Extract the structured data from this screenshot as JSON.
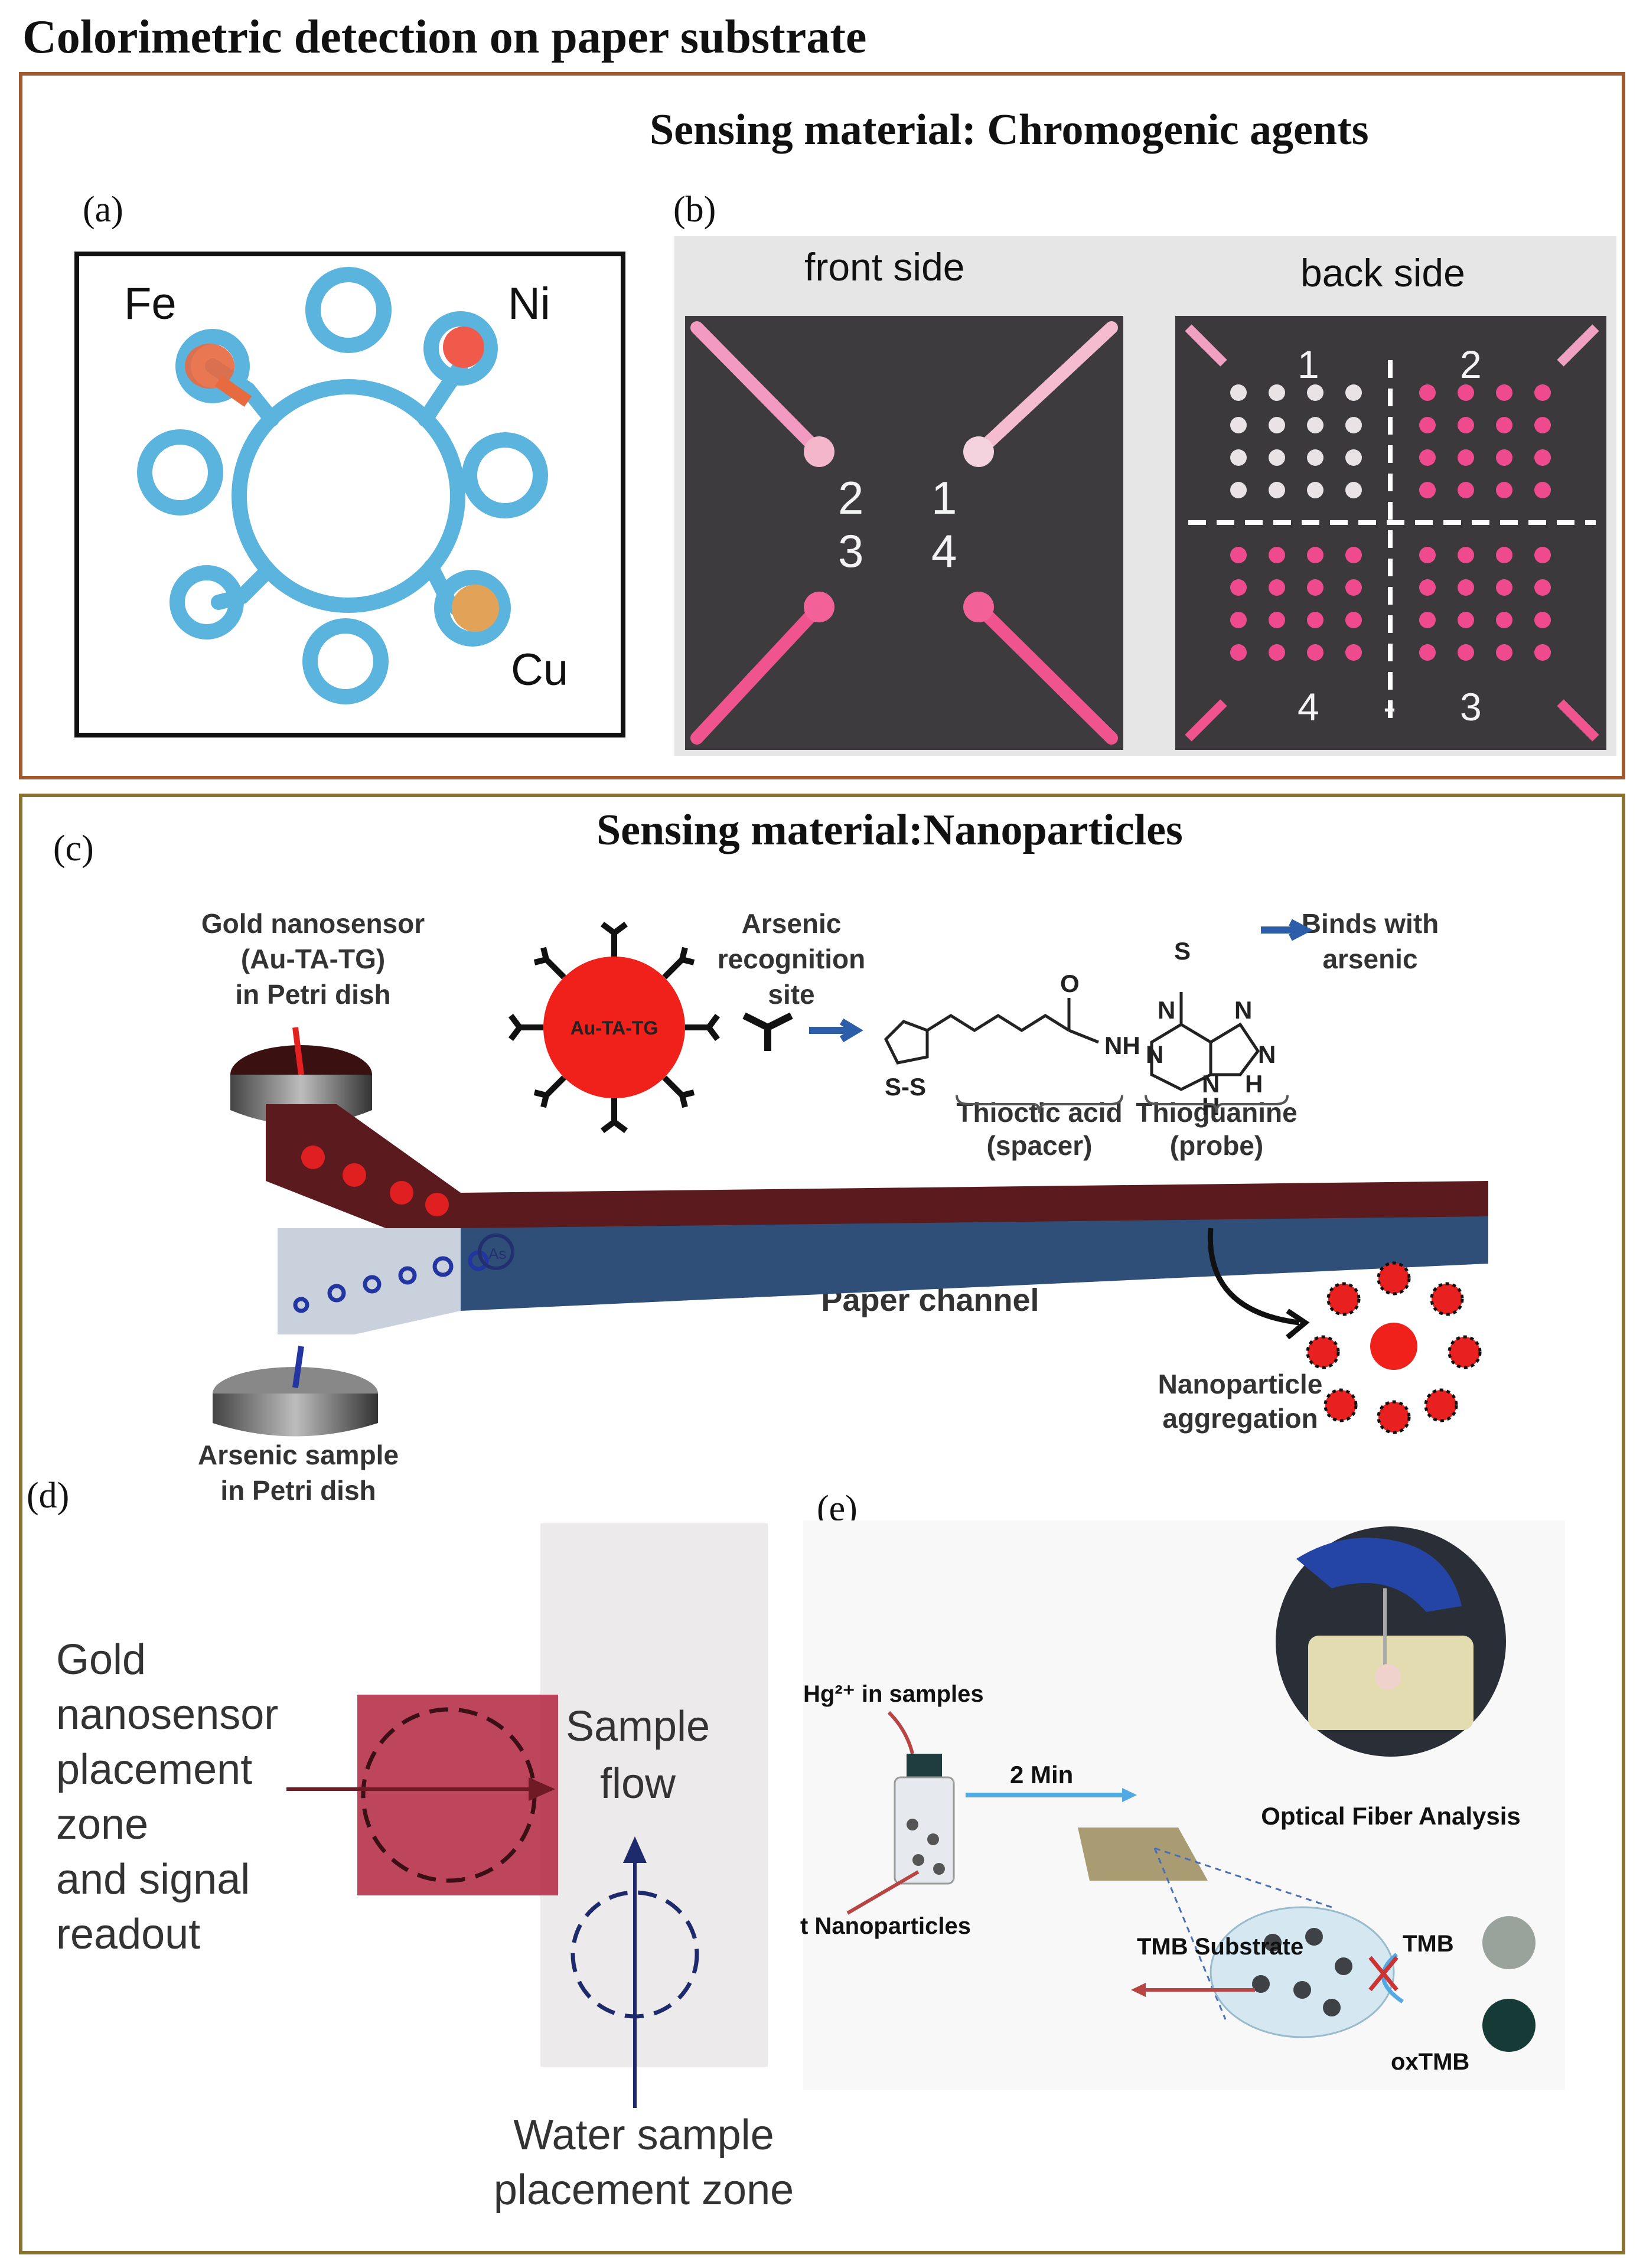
{
  "figure": {
    "title": "Colorimetric detection on paper substrate"
  },
  "section_top": {
    "title": "Sensing material: Chromogenic agents",
    "panel_a": {
      "label": "(a)",
      "metals": [
        "Fe",
        "Ni",
        "Cu"
      ]
    },
    "panel_b": {
      "label": "(b)",
      "front_title": "front side",
      "back_title": "back side",
      "front_numbers": [
        "2",
        "1",
        "3",
        "4"
      ],
      "back_numbers": [
        "1",
        "2",
        "4",
        "-",
        "3"
      ]
    }
  },
  "section_bottom": {
    "title": "Sensing material:Nanoparticles",
    "panel_c": {
      "label": "(c)",
      "gold_nanosensor": [
        "Gold nanosensor",
        "(Au-TA-TG)",
        "in Petri dish"
      ],
      "particle_label": "Au-TA-TG",
      "recognition": [
        "Arsenic",
        "recognition",
        "site"
      ],
      "binds": [
        "Binds with",
        "arsenic"
      ],
      "thioctic": [
        "Thioctic acid",
        "(spacer)"
      ],
      "thioguanine": [
        "Thioguanine",
        "(probe)"
      ],
      "paper_channel": "Paper channel",
      "aggregation": [
        "Nanoparticle",
        "aggregation"
      ],
      "arsenic_sample": [
        "Arsenic sample",
        "in Petri dish"
      ],
      "chem_atoms": {
        "s_minus": "S",
        "o": "O",
        "nh": "NH",
        "n": "N",
        "h": "H",
        "ss": "S-S",
        "as": "As"
      }
    },
    "panel_d": {
      "label": "(d)",
      "gold_zone": [
        "Gold",
        "nanosensor",
        "placement",
        "zone",
        "and signal",
        "readout"
      ],
      "sample_flow": [
        "Sample",
        "flow"
      ],
      "water_zone": [
        "Water sample",
        "placement zone"
      ]
    },
    "panel_e": {
      "label": "(e)",
      "hg_samples": "Hg²⁺ in samples",
      "time": "2 Min",
      "nanoparticles": "t Nanoparticles",
      "optical": "Optical Fiber Analysis",
      "tmb_substrate": "TMB Substrate",
      "tmb": "TMB",
      "oxtmb": "oxTMB"
    }
  }
}
